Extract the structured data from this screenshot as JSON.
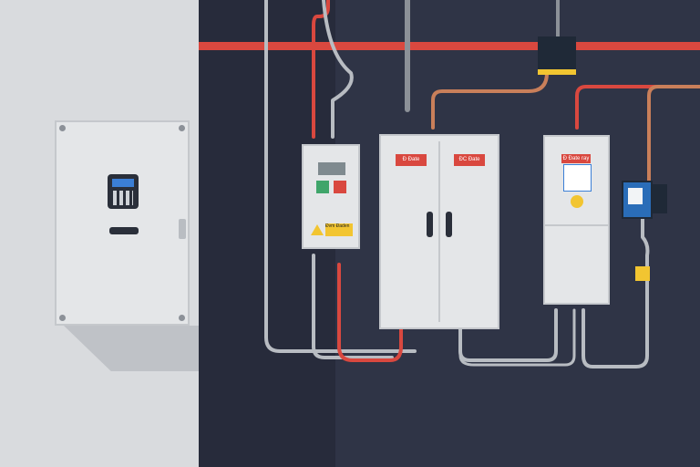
{
  "scene": {
    "colors": {
      "left_wall": "#d9dbde",
      "right_wall": "#2f3446",
      "pipe_red": "#d9483f",
      "conduit_grey": "#b8bcc2",
      "cabinet": "#e4e6e8",
      "warning": "#f2c531",
      "display_blue": "#3b7fd6"
    },
    "icons": [
      "warning-triangle-icon",
      "keypad-icon",
      "display-icon"
    ]
  },
  "labels": {
    "double_cabinet_left": "Ð Ðate",
    "double_cabinet_right": "ÐC Ðate",
    "right_cabinet_top": "Ð Ðate ray",
    "meter_warning": "Ðvm Ðaden"
  }
}
